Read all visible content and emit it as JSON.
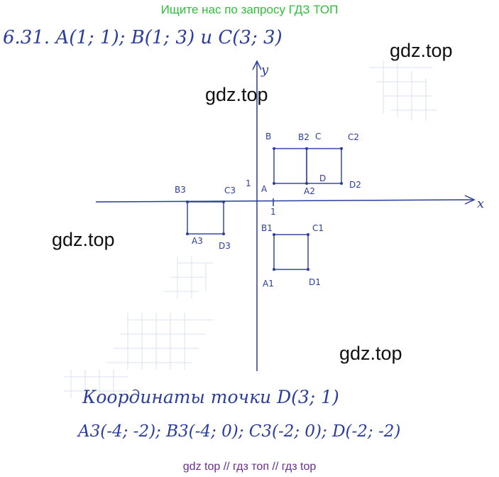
{
  "banner": "Ищите нас по запросу ГДЗ ТОП",
  "header_line": "6.31.   A(1; 1);   B(1; 3)  и   C(3; 3)",
  "watermarks": [
    "gdz.top",
    "gdz.top",
    "gdz.top",
    "gdz.top"
  ],
  "axes": {
    "x_label": "x",
    "y_label": "y",
    "unit_x": "1",
    "unit_y": "1"
  },
  "points": {
    "A": "A",
    "B": "B",
    "C": "C",
    "D": "D",
    "A1": "A1",
    "B1": "B1",
    "C1": "C1",
    "D1": "D1",
    "A2": "A2",
    "B2": "B2",
    "C2": "C2",
    "D2": "D2",
    "A3": "A3",
    "B3": "B3",
    "C3": "C3",
    "D3": "D3"
  },
  "answer_line1": "Координаты точки D(3; 1)",
  "answer_line2": "A3(-4; -2);  B3(-4; 0);  C3(-2; 0);  D(-2; -2)",
  "footer": "gdz top  //  гдз топ  //  гдз top"
}
